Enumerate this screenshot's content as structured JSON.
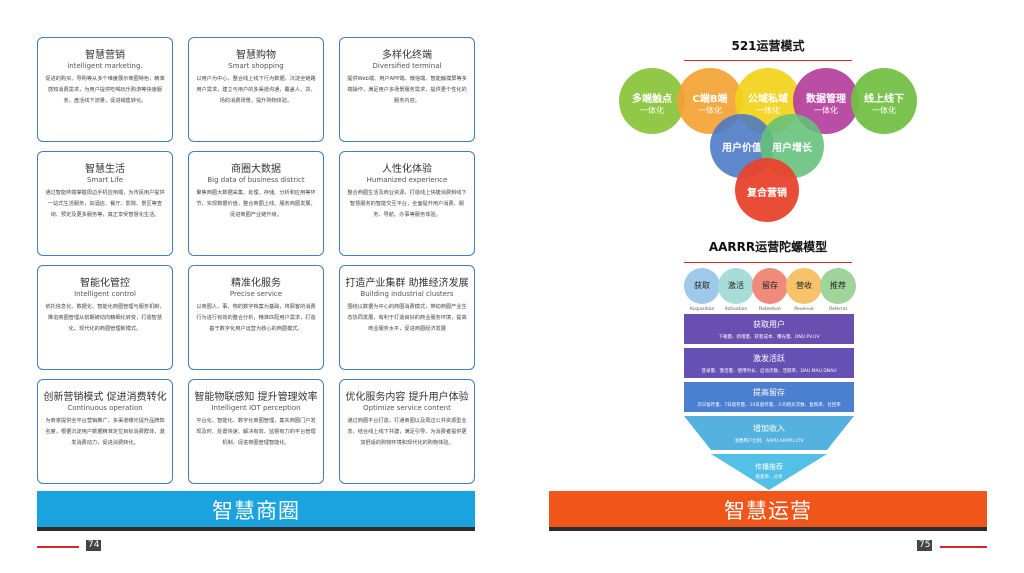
{
  "left": {
    "cards": [
      {
        "title": "智慧营销",
        "subtitle": "intelligent marketing.",
        "desc": "促进的购买、导购等从多个维度展示商圈特色，精准感知消费需求，为用户提供吃喝玩乐购游等快速服务，盘活线下流量，促进销售转化。"
      },
      {
        "title": "智慧购物",
        "subtitle": "Smart shopping",
        "desc": "以用户为中心，整合线上线下行为数据，沉淀全链路用户需求，建立与用户的多渠道沟通，覆盖人、货、场的消费场景，提升购物体验。"
      },
      {
        "title": "多样化终端",
        "subtitle": "Diversified terminal",
        "desc": "提供Web端、用户APP端、微信端、智能触摸屏等多端操作，满足用户多场景服务需求，提供更个性化的服务内容。"
      },
      {
        "title": "智慧生活",
        "subtitle": "Smart Life",
        "desc": "通过智能终端掌握周边手机应用端，为市民用户提供一站式生活服务，如酒店、餐厅、影院、景区等查询、预定及更多服务等，真正享受智慧化生活。"
      },
      {
        "title": "商圈大数据",
        "subtitle": "Big data of business district",
        "desc": "聚焦商圈大数据采集、处理、存储、分析和应用等环节，实现数据价值，整合商圈上线、服务商圈发展，促进商圈产业链升级。"
      },
      {
        "title": "人性化体验",
        "subtitle": "Humanized experience",
        "desc": "整合商圈生活及商业资源，打造线上快捷消费和线下智慧服务的智能交互平台，全面提升用户消费、服务、导航、办事等服务体验。"
      },
      {
        "title": "智能化管控",
        "subtitle": "Intelligent control",
        "desc": "依托信息化、数据化、智能化商圈管理与服务机制，推进商圈管理从前期被动向精细化转变，打造智慧化、现代化的商圈管理新模式。"
      },
      {
        "title": "精准化服务",
        "subtitle": "Precise service",
        "desc": "以商圈人、事、物的数字档案为基础，将顾客的消费行为进行有效的整合分析，精准匹配用户需求，打造基于数字化用户运营为核心的商圈模式。"
      },
      {
        "title": "打造产业集群 助推经济发展",
        "subtitle": "Building industrial clusters",
        "desc": "围绕以数据为中心的商圈消费模式，带动商圈产业生态协同发展，有利于打造良好的商业服务环境，提高商业服务水平，促进商圈经济发展"
      },
      {
        "title": "创新营销模式 促进消费转化",
        "subtitle": "Continuous operation",
        "desc": "为商家提供全平台营销推广，多渠道曝光提升品牌知名度，根据沉淀用户数据精准定位目标消费群体，激发消费动力，促进消费转化。"
      },
      {
        "title": "智能物联感知 提升管理效率",
        "subtitle": "Intelligent IOT perception",
        "desc": "平台化、智能化、数字化商圈管理，集实商圈门户发现及时、处置快速、解决有效、监督有力的平台管理机制，促进商圈管理智能化。"
      },
      {
        "title": "优化服务内容 提升用户体验",
        "subtitle": "Optimize service content",
        "desc": "通过商圈平台打造，打通商圈以及周边公共资源型业态，结合线上线下共建，满足引导、为消费者提供更加舒适的购物环境和现代化的购物体验。"
      }
    ],
    "banner": "智慧商圈",
    "page_number": "74"
  },
  "right": {
    "model_title": "521运营模式",
    "top_circles": [
      {
        "title": "多端触点",
        "sub": "一体化",
        "color": "#8cc63f"
      },
      {
        "title": "C端B端",
        "sub": "一体化",
        "color": "#f5a233"
      },
      {
        "title": "公域私域",
        "sub": "一体化",
        "color": "#f3d31b"
      },
      {
        "title": "数据管理",
        "sub": "一体化",
        "color": "#b53f9d"
      },
      {
        "title": "线上线下",
        "sub": "一体化",
        "color": "#74c046"
      }
    ],
    "mid_circles": [
      {
        "title": "用户价值",
        "color": "#4a78c6"
      },
      {
        "title": "用户增长",
        "color": "#64c17a"
      }
    ],
    "bottom_circle": {
      "title": "复合营销",
      "color": "#e8442e"
    },
    "funnel_title": "AARRR运营陀螺模型",
    "stages": [
      {
        "cn": "获取",
        "en": "Acquisition",
        "color": "#9fc9e9"
      },
      {
        "cn": "激活",
        "en": "Activation",
        "color": "#a8dcd6"
      },
      {
        "cn": "留存",
        "en": "Retention",
        "color": "#f08a7a"
      },
      {
        "cn": "营收",
        "en": "Revenue",
        "color": "#f6c26a"
      },
      {
        "cn": "推荐",
        "en": "Referral",
        "color": "#9fd49a"
      }
    ],
    "funnel": [
      {
        "title": "获取用户",
        "detail": "下载量、新增量、获客成本、曝光量、DNU.PV.UV",
        "color": "#6a4fb0"
      },
      {
        "title": "激发活跃",
        "detail": "登录量、激活量、使用时长、启动次数、活跃率、DAU.MAU.DNAU",
        "color": "#6550b4"
      },
      {
        "title": "提高留存",
        "detail": "次日留存量、7日留存量、14日留存量、人均购买次数、复购率、召回率",
        "color": "#4b7fd0"
      },
      {
        "title": "增加收入",
        "detail": "消费用户比例、ARPU.ARPPU.LTV",
        "color": "#55b2de"
      },
      {
        "title": "传播推荐",
        "detail": "裂变率、分享",
        "color": "#53c1e6"
      }
    ],
    "banner": "智慧运营",
    "page_number": "75"
  }
}
